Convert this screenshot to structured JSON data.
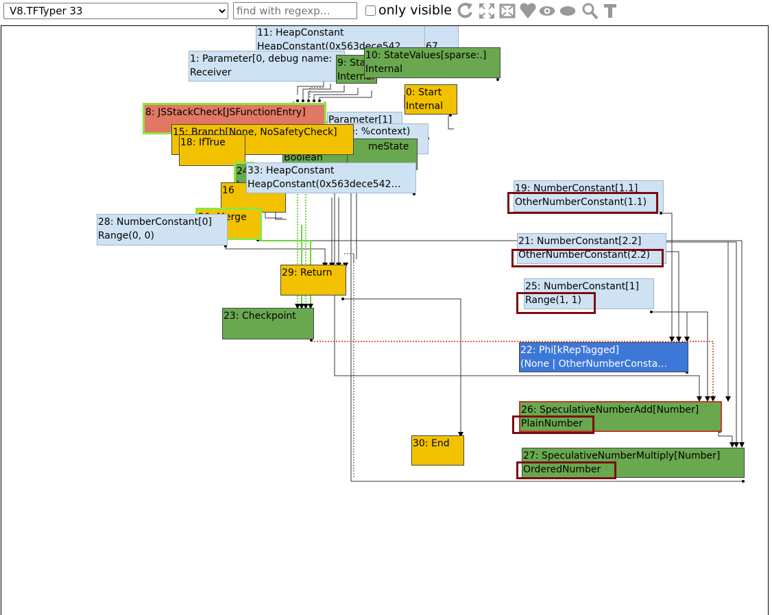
{
  "toolbar": {
    "phase": "V8.TFTyper 33",
    "search_placeholder": "find with regexp…",
    "only_visible_label": "only visible",
    "icons": [
      "reload-icon",
      "layout-icon",
      "fit-icon",
      "heart-icon",
      "eye-icon",
      "eye-hidden-icon",
      "search-icon",
      "type-icon"
    ]
  },
  "nodes": {
    "n11": {
      "l1": "11: HeapConstant",
      "l2": "HeapConstant(0x563dece542…"
    },
    "n11b": {
      "l1": "67…"
    },
    "n1": {
      "l1": "1: Parameter[0, debug name:",
      "l2": "Receiver"
    },
    "n9": {
      "l1": "9: Sta",
      "l2": "Internal"
    },
    "n10": {
      "l1": "10: StateValues[sparse:.]",
      "l2": "Internal"
    },
    "n0": {
      "l1": "0: Start",
      "l2": "Internal"
    },
    "n8": {
      "l1": "8: JSStackCheck[JSFunctionEntry]"
    },
    "nparam1": {
      "l1": "Parameter[1]"
    },
    "nctx": {
      "l1": "e: %context)"
    },
    "nframe": {
      "l1": "meState"
    },
    "n15": {
      "l1": "15: Branch[None, NoSafetyCheck]"
    },
    "n18": {
      "l1": "18: IfTrue"
    },
    "nbool": {
      "l1": "Boolean"
    },
    "n24": {
      "l1": "24",
      "l2": "Int"
    },
    "n33": {
      "l1": "33: HeapConstant",
      "l2": "HeapConstant(0x563dece542…"
    },
    "n16": {
      "l1": "16"
    },
    "n20": {
      "l1": "20: Merge"
    },
    "n28": {
      "l1": "28: NumberConstant[0]",
      "l2": "Range(0, 0)"
    },
    "n29": {
      "l1": "29: Return"
    },
    "n23": {
      "l1": "23: Checkpoint"
    },
    "n19": {
      "l1": "19: NumberConstant[1.1]",
      "l2": "OtherNumberConstant(1.1)"
    },
    "n21": {
      "l1": "21: NumberConstant[2.2]",
      "l2": "OtherNumberConstant(2.2)"
    },
    "n25": {
      "l1": "25: NumberConstant[1]",
      "l2": "Range(1, 1)"
    },
    "n22": {
      "l1": "22: Phi[kRepTagged]",
      "l2": "(None | OtherNumberConsta…"
    },
    "n26": {
      "l1": "26: SpeculativeNumberAdd[Number]",
      "l2": "PlainNumber"
    },
    "n30": {
      "l1": "30: End"
    },
    "n27": {
      "l1": "27: SpeculativeNumberMultiply[Number]",
      "l2": "OrderedNumber"
    }
  },
  "colors": {
    "parameter": "#cfe2f3",
    "control": "#f2c200",
    "value": "#6aa84f",
    "effect": "#e07864",
    "phi": "#3c78d8",
    "highlight": "#8ee53f",
    "annotation": "#7a0a10"
  }
}
